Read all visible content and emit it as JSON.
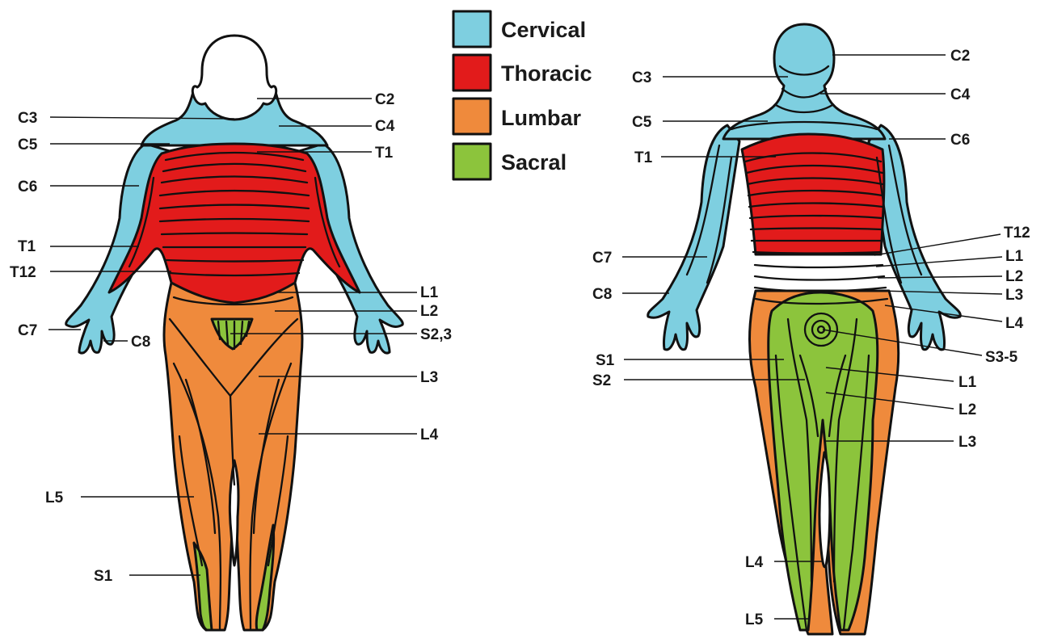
{
  "colors": {
    "cervical": "#7ecfe0",
    "thoracic": "#e21b1b",
    "lumbar": "#ef8a3c",
    "sacral": "#8cc43c",
    "outline": "#111111"
  },
  "legend": [
    {
      "key": "cervical",
      "label": "Cervical"
    },
    {
      "key": "thoracic",
      "label": "Thoracic"
    },
    {
      "key": "lumbar",
      "label": "Lumbar"
    },
    {
      "key": "sacral",
      "label": "Sacral"
    }
  ],
  "front": {
    "labels": {
      "c2": "C2",
      "c3": "C3",
      "c4": "C4",
      "c5": "C5",
      "t1_right": "T1",
      "c6": "C6",
      "t1_left": "T1",
      "t12": "T12",
      "l1": "L1",
      "l2": "L2",
      "c7": "C7",
      "c8": "C8",
      "s23": "S2,3",
      "l3": "L3",
      "l4": "L4",
      "l5": "L5",
      "s1": "S1"
    }
  },
  "back": {
    "labels": {
      "c2": "C2",
      "c3": "C3",
      "c4": "C4",
      "c5": "C5",
      "c6": "C6",
      "t1": "T1",
      "t12": "T12",
      "c7": "C7",
      "l1_upper": "L1",
      "l2_upper": "L2",
      "c8": "C8",
      "l3_upper": "L3",
      "l4_upper": "L4",
      "s35": "S3-5",
      "s1": "S1",
      "l1_lower": "L1",
      "s2": "S2",
      "l2_lower": "L2",
      "l3_lower": "L3",
      "l4_lower": "L4",
      "l5": "L5"
    }
  }
}
